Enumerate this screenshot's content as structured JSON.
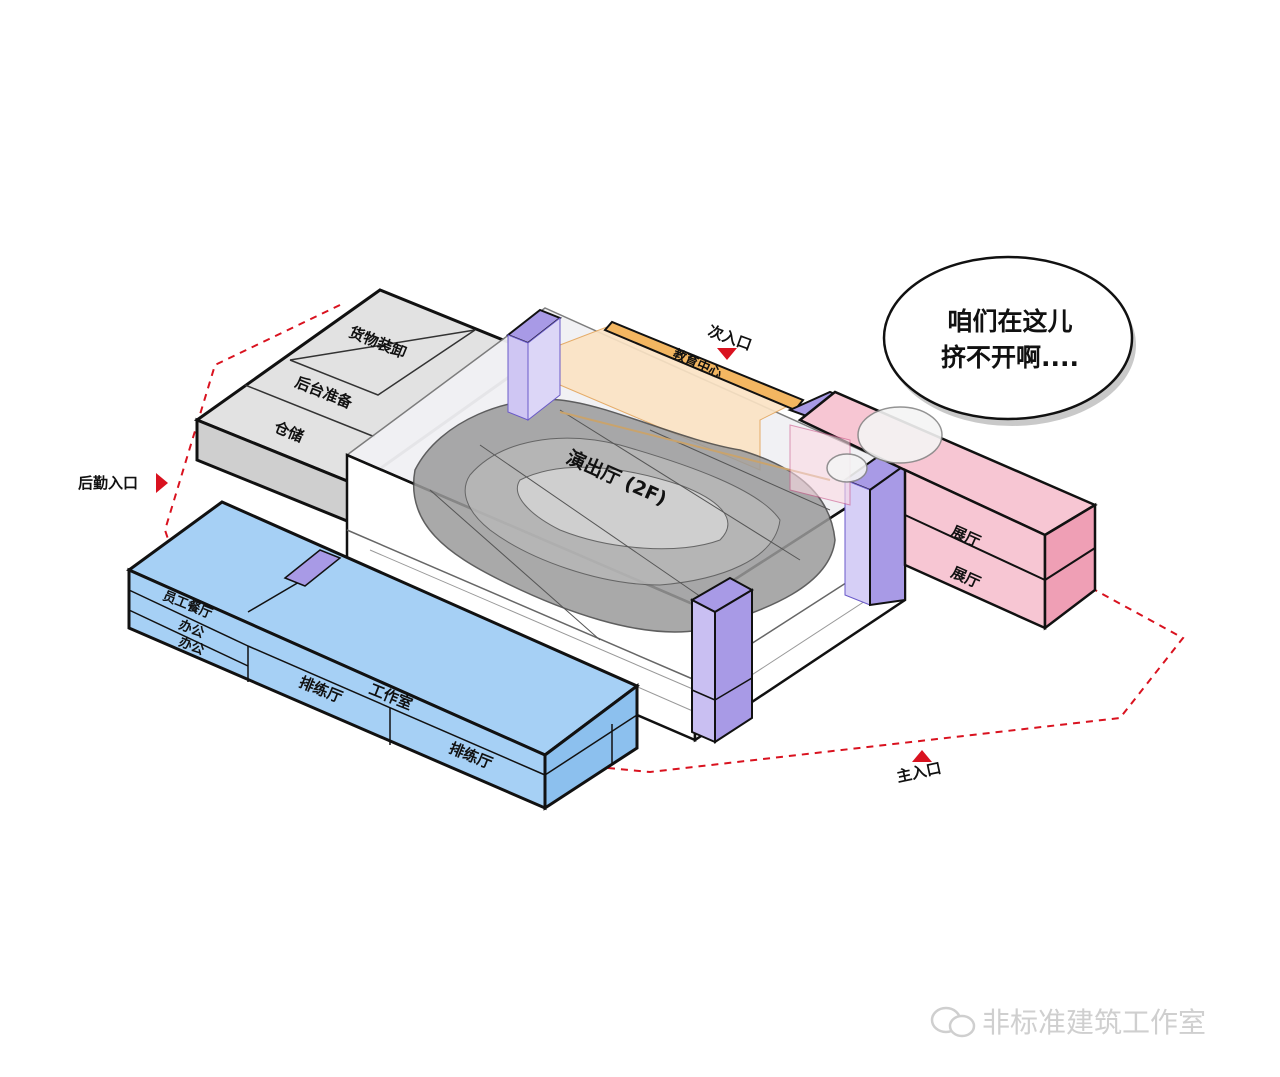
{
  "labels": {
    "cargo_loading": "货物装卸",
    "backstage_prep": "后台准备",
    "storage": "仓储",
    "performance_hall": "演出厅 (2F)",
    "education_center": "教育中心",
    "secondary_entrance": "次入口",
    "exhibition_hall_upper": "展厅",
    "exhibition_hall_lower": "展厅",
    "staff_canteen": "员工餐厅",
    "office_1": "办公",
    "office_2": "办公",
    "rehearsal_hall_1": "排练厅",
    "studio": "工作室",
    "rehearsal_hall_2": "排练厅",
    "logistics_entrance": "后勤入口",
    "main_entrance": "主入口"
  },
  "bubble": {
    "line1": "咱们在这儿",
    "line2": "挤不开啊...."
  },
  "watermark": {
    "text": "非标准建筑工作室"
  },
  "colors": {
    "service_block": "#e0e0e0",
    "hall_glass": "#f1f1f4",
    "education": "#fbe3c4",
    "education_band": "#f3b661",
    "circulation_core": "#a89ae6",
    "exhibition": "#f7c6d3",
    "office_block": "#a6d0f5",
    "entrance_arrow": "#d9121f",
    "outline": "#111111"
  }
}
